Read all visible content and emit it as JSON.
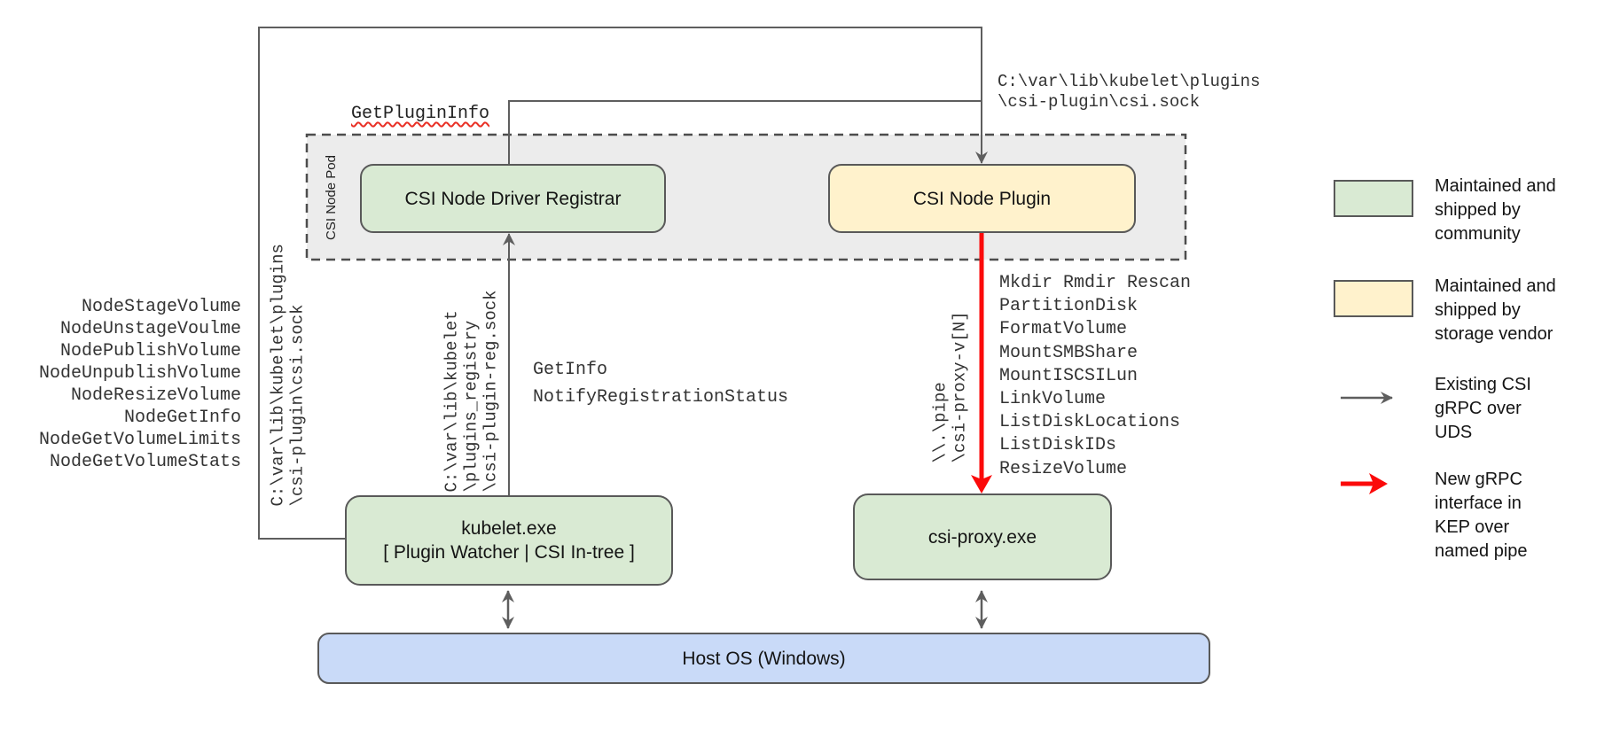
{
  "colors": {
    "community_green": "#d9ead3",
    "vendor_yellow": "#fff2cc",
    "host_blue": "#c9daf8",
    "pod_gray": "#ececec"
  },
  "nodes": {
    "pod_label": "CSI Node Pod",
    "registrar": "CSI Node Driver Registrar",
    "plugin": "CSI Node Plugin",
    "kubelet_line1": "kubelet.exe",
    "kubelet_line2": "[ Plugin Watcher | CSI In-tree ]",
    "csi_proxy": "csi-proxy.exe",
    "host_os": "Host OS (Windows)"
  },
  "annotations": {
    "get_plugin_info": "GetPluginInfo",
    "plugin_sock_top": [
      "C:\\var\\lib\\kubelet\\plugins",
      "\\csi-plugin\\csi.sock"
    ],
    "plugin_sock_rotated": [
      "C:\\var\\lib\\kubelet\\plugins",
      "\\csi-plugin\\csi.sock"
    ],
    "registry_sock_rotated": [
      "C:\\var\\lib\\kubelet",
      "\\plugins_registry",
      "\\csi-plugin-reg.sock"
    ],
    "named_pipe_rotated": [
      "\\\\.\\pipe",
      "\\csi-proxy-v[N]"
    ],
    "registration_calls": [
      "GetInfo",
      "NotifyRegistrationStatus"
    ],
    "node_calls": [
      "NodeStageVolume",
      "NodeUnstageVoulme",
      "NodePublishVolume",
      "NodeUnpublishVolume",
      "NodeResizeVolume",
      "NodeGetInfo",
      "NodeGetVolumeLimits",
      "NodeGetVolumeStats"
    ],
    "proxy_calls": [
      "Mkdir Rmdir Rescan",
      "PartitionDisk",
      "FormatVolume",
      "MountSMBShare",
      "MountISCSILun",
      "LinkVolume",
      "ListDiskLocations",
      "ListDiskIDs",
      "ResizeVolume"
    ]
  },
  "legend": [
    {
      "lines": [
        "Maintained and",
        "shipped by",
        "community"
      ]
    },
    {
      "lines": [
        "Maintained and",
        "shipped by",
        "storage vendor"
      ]
    },
    {
      "lines": [
        "Existing CSI",
        "gRPC over",
        "UDS"
      ]
    },
    {
      "lines": [
        "New gRPC",
        "interface in",
        "KEP over",
        "named pipe"
      ]
    }
  ]
}
